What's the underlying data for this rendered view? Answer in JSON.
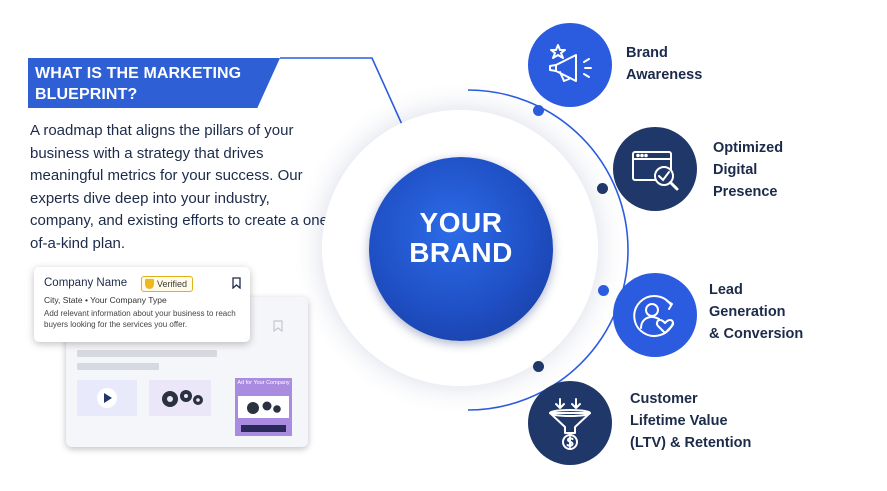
{
  "left_panel": {
    "heading": "WHAT IS THE MARKETING BLUEPRINT?",
    "description": "A roadmap that aligns the pillars of your business with a strategy that drives meaningful metrics for your success. Our experts dive deep into your industry, company, and existing efforts to create a one-of-a-kind plan."
  },
  "profile_card": {
    "company_name": "Company Name",
    "verified_label": "Verified",
    "meta": "City, State  •  Your Company Type",
    "description": "Add relevant information about your business to reach buyers looking for the services you offer.",
    "ad_label": "Ad for Your Company"
  },
  "center": {
    "line1": "YOUR",
    "line2": "BRAND"
  },
  "pillars": [
    {
      "line1": "Brand",
      "line2": "Awareness",
      "line3": "",
      "icon": "megaphone-icon",
      "color": "#2b5ce0"
    },
    {
      "line1": "Optimized",
      "line2": "Digital",
      "line3": "Presence",
      "icon": "browser-search-icon",
      "color": "#1f3769"
    },
    {
      "line1": "Lead",
      "line2": "Generation",
      "line3": "& Conversion",
      "icon": "person-heart-icon",
      "color": "#2b5ce0"
    },
    {
      "line1": "Customer",
      "line2": "Lifetime Value",
      "line3": "(LTV) & Retention",
      "icon": "funnel-dollar-icon",
      "color": "#1f3769"
    }
  ],
  "colors": {
    "accent_blue": "#2b5ce0",
    "navy": "#1f3769",
    "text": "#1c2b4a"
  }
}
